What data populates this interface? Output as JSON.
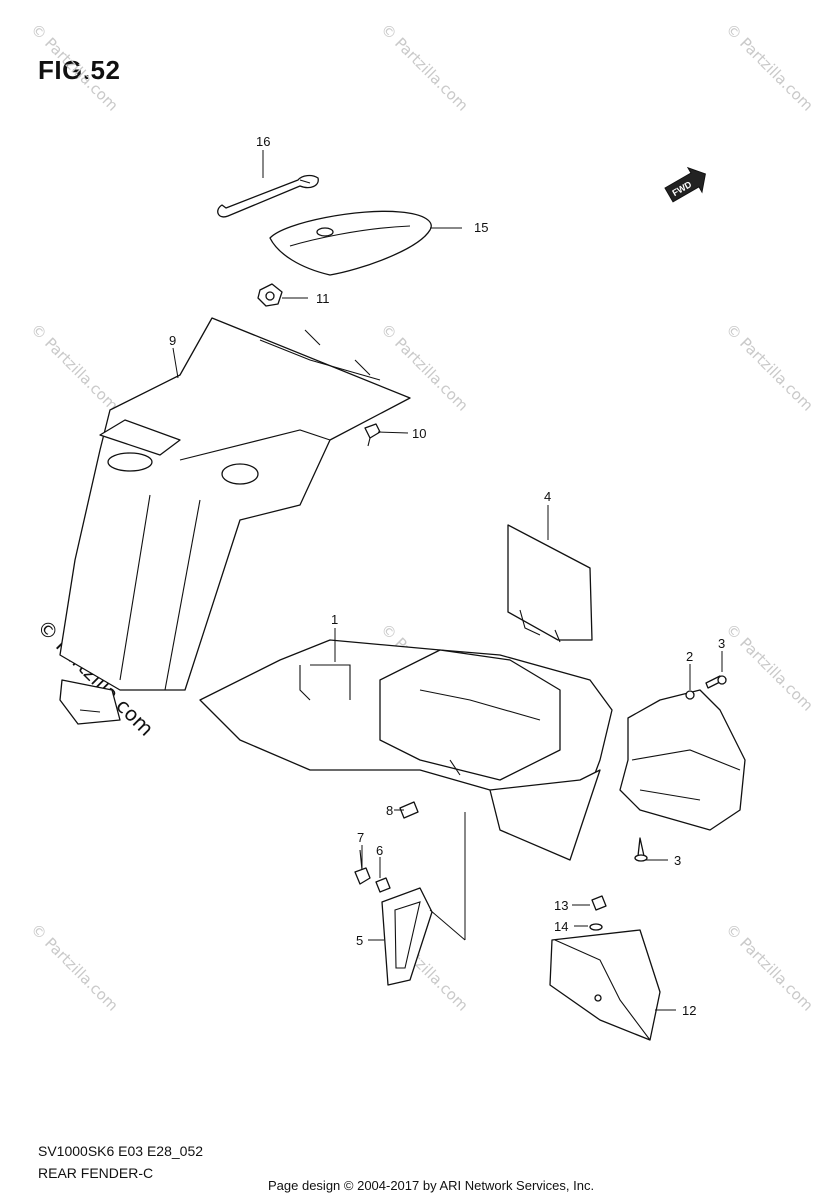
{
  "figure": {
    "title": "FIG.52"
  },
  "footer": {
    "model_code": "SV1000SK6 E03 E28_052",
    "section_name": "REAR FENDER-C",
    "copyright": "Page design © 2004-2017 by ARI Network Services, Inc."
  },
  "watermark": {
    "text": "© Partzilla.com"
  },
  "direction_badge": {
    "text": "FWD"
  },
  "callouts": {
    "c1": "1",
    "c2": "2",
    "c3a": "3",
    "c3b": "3",
    "c4": "4",
    "c5": "5",
    "c6": "6",
    "c7": "7",
    "c8": "8",
    "c9": "9",
    "c10": "10",
    "c11": "11",
    "c12": "12",
    "c13": "13",
    "c14": "14",
    "c15": "15",
    "c16": "16"
  }
}
